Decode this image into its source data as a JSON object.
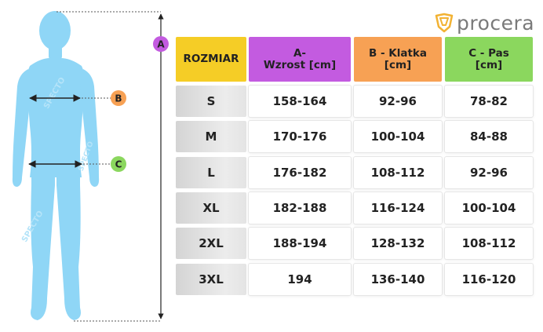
{
  "brand": {
    "name": "procera",
    "color": "#f2b233"
  },
  "figure": {
    "markers": [
      {
        "letter": "A",
        "color": "#c35be0"
      },
      {
        "letter": "B",
        "color": "#f7a154"
      },
      {
        "letter": "C",
        "color": "#8bd75e"
      }
    ],
    "watermark": "SPECTO"
  },
  "table": {
    "headers": [
      {
        "text": "ROZMIAR",
        "color": "#f5cd26"
      },
      {
        "text": "A-\nWzrost [cm]",
        "color": "#c35be0"
      },
      {
        "text": "B - Klatka\n[cm]",
        "color": "#f7a154"
      },
      {
        "text": "C - Pas\n[cm]",
        "color": "#8bd75e"
      }
    ],
    "rows": [
      [
        "S",
        "158-164",
        "92-96",
        "78-82"
      ],
      [
        "M",
        "170-176",
        "100-104",
        "84-88"
      ],
      [
        "L",
        "176-182",
        "108-112",
        "92-96"
      ],
      [
        "XL",
        "182-188",
        "116-124",
        "100-104"
      ],
      [
        "2XL",
        "188-194",
        "128-132",
        "108-112"
      ],
      [
        "3XL",
        "194",
        "136-140",
        "116-120"
      ]
    ]
  }
}
